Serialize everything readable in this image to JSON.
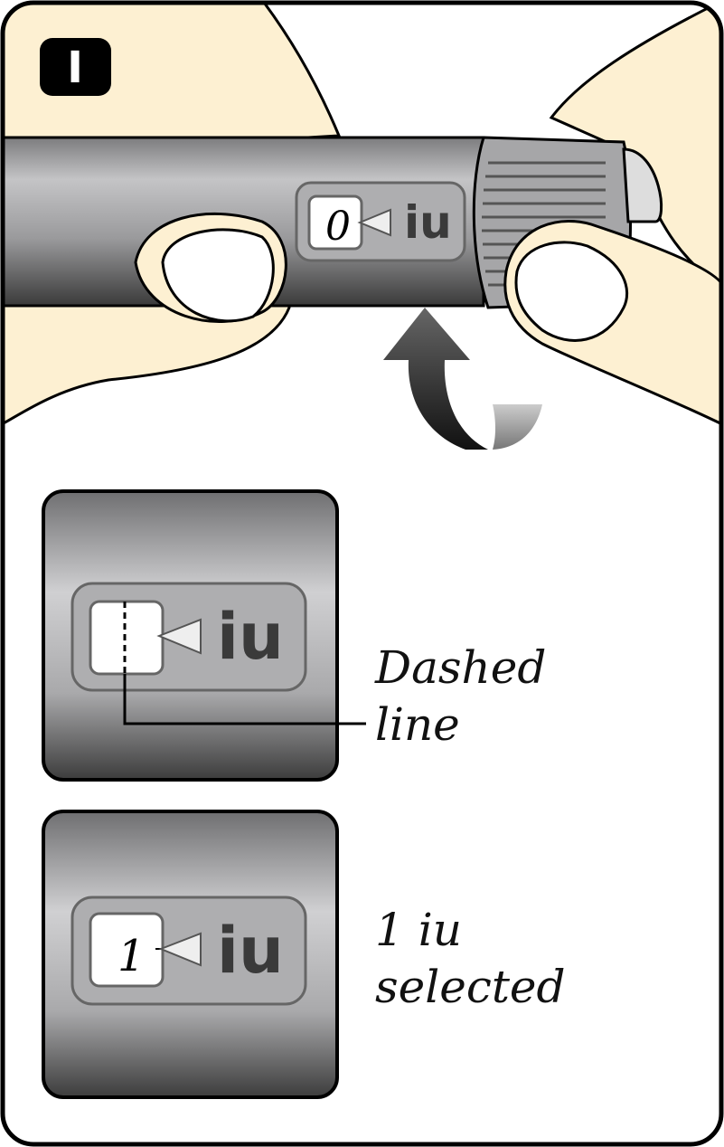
{
  "step": {
    "label": "I"
  },
  "pen_window": {
    "dose": "0",
    "unit": "iu"
  },
  "panel_dashed": {
    "unit": "iu",
    "caption_line1": "Dashed",
    "caption_line2": "line"
  },
  "panel_selected": {
    "dose": "1",
    "unit": "iu",
    "caption_line1": "1 iu",
    "caption_line2": "selected"
  },
  "colors": {
    "skin": "#fdf0d2",
    "pen": "#8f8f91",
    "outline": "#000000"
  }
}
